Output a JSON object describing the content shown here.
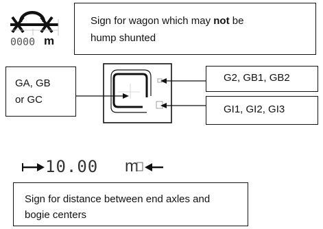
{
  "hump_sign": {
    "prefix": "Sign for wagon which may ",
    "emphasis": "not",
    "suffix": " be",
    "line2": "hump shunted",
    "digits": "0000",
    "unit": "m"
  },
  "code_panel": {
    "left_label_line1": "GA, GB",
    "left_label_line2": "or GC",
    "right_top_label": "G2, GB1, GB2",
    "right_bottom_label": "GI1, GI2, GI3"
  },
  "distance_sign": {
    "value": "10.00",
    "unit": "m",
    "caption_line1": "Sign for distance between end axles and",
    "caption_line2": "bogie centers"
  }
}
